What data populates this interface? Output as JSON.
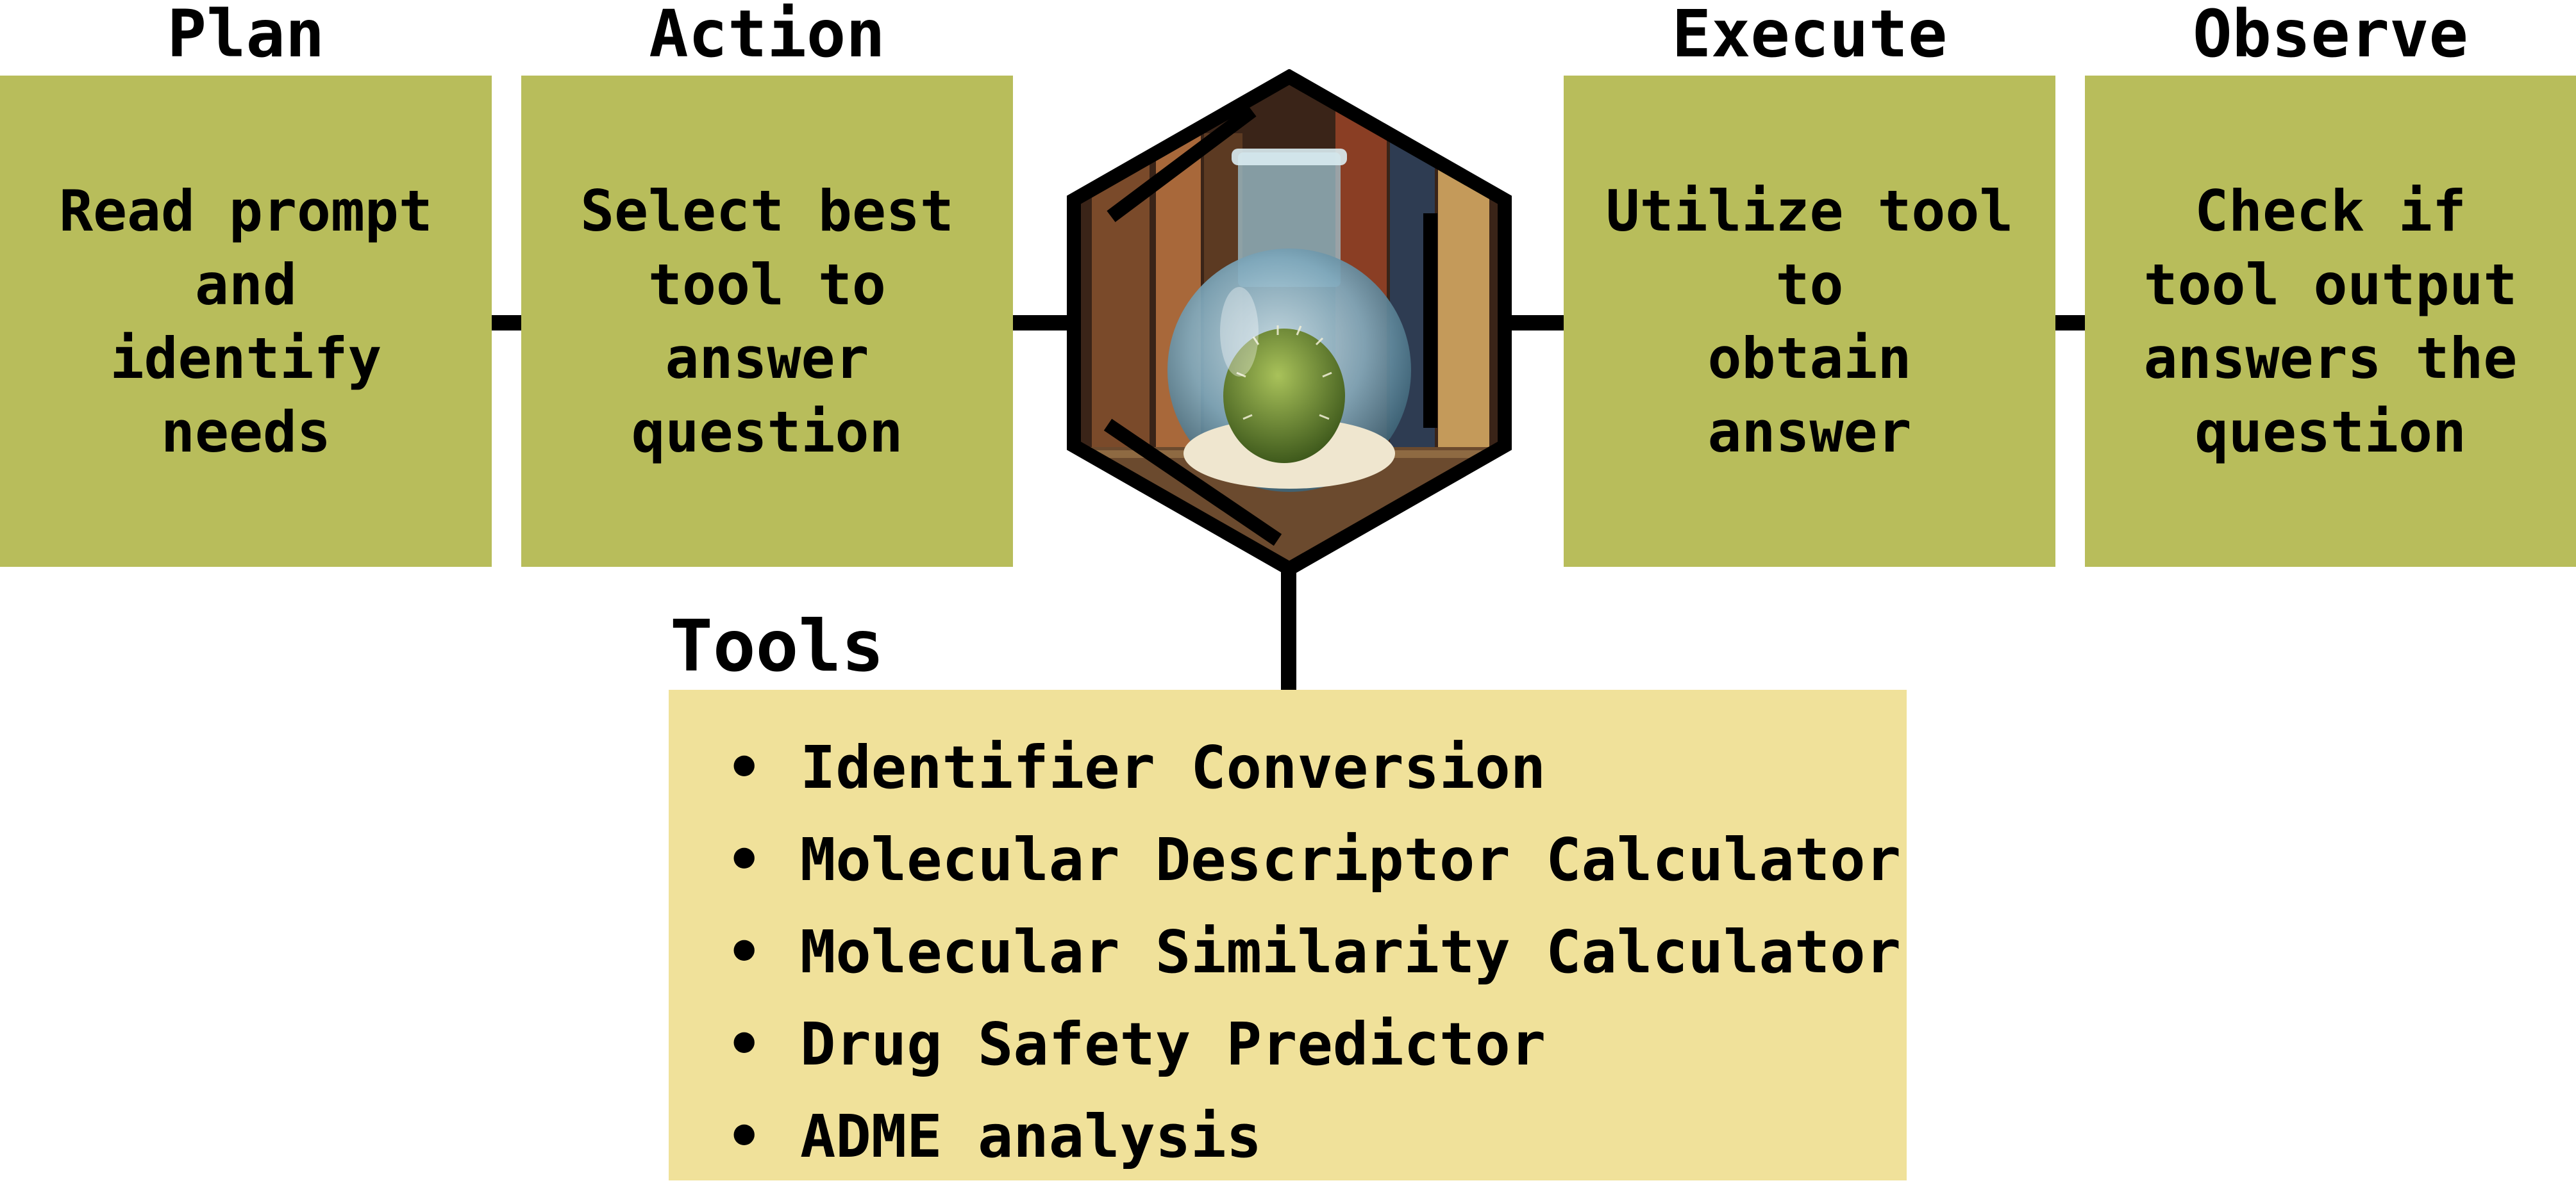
{
  "colors": {
    "stage_box": "#b8bd5b",
    "tools_box": "#f0e19a",
    "outline": "#000000"
  },
  "stages": [
    {
      "title": "Plan",
      "text": "Read prompt\nand\nidentify\nneeds"
    },
    {
      "title": "Action",
      "text": "Select best\ntool to\nanswer\nquestion"
    },
    {
      "title": "Execute",
      "text": "Utilize tool\nto\nobtain\nanswer"
    },
    {
      "title": "Observe",
      "text": "Check if\ntool output\nanswers the\nquestion"
    }
  ],
  "hub_image": "cactus-in-flask-image",
  "tools": {
    "title": "Tools",
    "items": [
      "Identifier Conversion",
      "Molecular Descriptor Calculator",
      "Molecular Similarity Calculator",
      "Drug Safety Predictor",
      "ADME analysis"
    ]
  }
}
